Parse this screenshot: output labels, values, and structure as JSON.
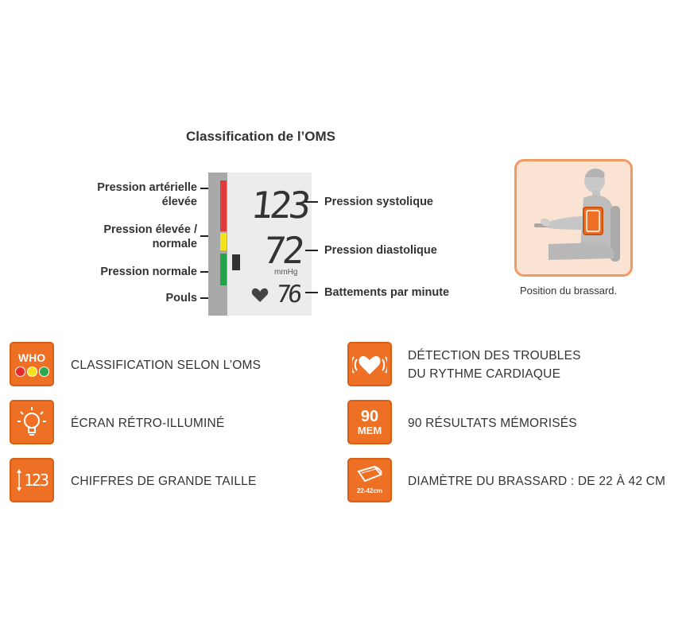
{
  "title": "Classification de l’OMS",
  "left_labels": {
    "high_line1": "Pression artérielle",
    "high_line2": "élevée",
    "elevated_line1": "Pression élevée /",
    "elevated_line2": "normale",
    "normal": "Pression normale",
    "pulse": "Pouls"
  },
  "display": {
    "systolic": "123",
    "diastolic": "72",
    "unit": "mmHg",
    "pulse": "76"
  },
  "right_labels": {
    "systolic": "Pression systolique",
    "diastolic": "Pression diastolique",
    "pulse": "Battements par minute"
  },
  "cuff_caption": "Position du brassard.",
  "colors": {
    "accent": "#ee7024",
    "red": "#e03a3a",
    "yellow": "#f2e21c",
    "green": "#22a24a"
  },
  "features": [
    {
      "icon": "who-icon",
      "icon_text": "WHO",
      "text1": "CLASSIFICATION SELON L’OMS",
      "text2": ""
    },
    {
      "icon": "heart-icon",
      "text1": "DÉTECTION DES TROUBLES",
      "text2": "DU RYTHME CARDIAQUE"
    },
    {
      "icon": "lightbulb-icon",
      "text1": "ÉCRAN RÉTRO-ILLUMINÉ",
      "text2": ""
    },
    {
      "icon": "memory-icon",
      "icon_text1": "90",
      "icon_text2": "MEM",
      "text1": "90 RÉSULTATS MÉMORISÉS",
      "text2": ""
    },
    {
      "icon": "large-digits-icon",
      "icon_text": "123",
      "text1": "CHIFFRES DE GRANDE TAILLE",
      "text2": ""
    },
    {
      "icon": "cuff-icon",
      "icon_text": "22-42cm",
      "text1": "DIAMÈTRE DU BRASSARD : DE 22 À 42 CM",
      "text2": ""
    }
  ]
}
